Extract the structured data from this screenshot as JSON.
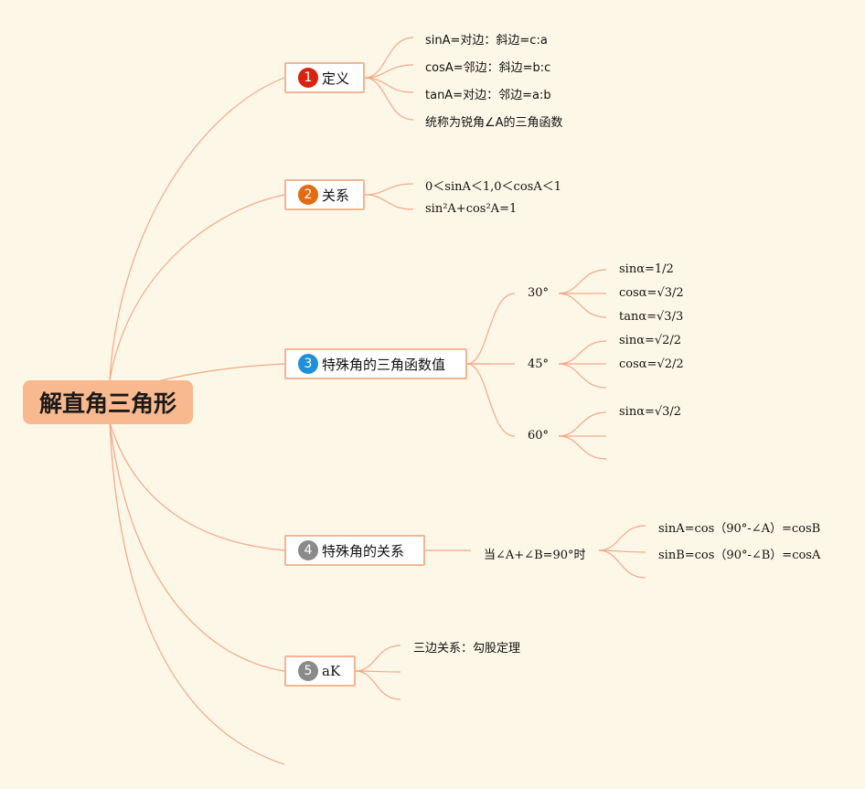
{
  "root": {
    "title": "解直角三角形",
    "color": "#f9b98e"
  },
  "line_color": "#f5a886",
  "branches": [
    {
      "num": "1",
      "badge_color": "#d9230f",
      "label": "定义",
      "leaves": [
        "sinA=对边：斜边=c:a",
        "cosA=邻边：斜边=b:c",
        "tanA=对边：邻边=a:b",
        "统称为锐角∠A的三角函数"
      ]
    },
    {
      "num": "2",
      "badge_color": "#e56a12",
      "label": "关系",
      "leaves": [
        "0＜sinA＜1,0＜cosA＜1",
        "sin²A+cos²A=1"
      ]
    },
    {
      "num": "3",
      "badge_color": "#1e8fd8",
      "label": "特殊角的三角函数值",
      "angles": [
        {
          "angle": "30°",
          "values": [
            "sinα=1/2",
            "cosα=√3/2",
            "tanα=√3/3"
          ]
        },
        {
          "angle": "45°",
          "values": [
            "sinα=√2/2",
            "cosα=√2/2",
            ""
          ]
        },
        {
          "angle": "60°",
          "values": [
            "sinα=√3/2",
            "",
            ""
          ]
        }
      ]
    },
    {
      "num": "4",
      "badge_color": "#8a8a8a",
      "label": "特殊角的关系",
      "condition": "当∠A+∠B=90°时",
      "leaves": [
        "sinA=cos（90°-∠A）=cosB",
        "sinB=cos（90°-∠B）=cosA",
        ""
      ]
    },
    {
      "num": "5",
      "badge_color": "#8a8a8a",
      "label": "aK",
      "leaves": [
        "三边关系：勾股定理",
        "",
        ""
      ]
    }
  ]
}
